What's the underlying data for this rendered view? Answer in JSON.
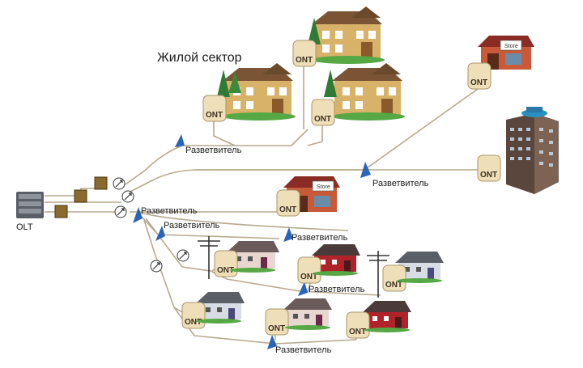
{
  "diagram": {
    "residential_label": "Жилой сектор",
    "olt_label": "OLT",
    "ont_label": "ONT",
    "store_label": "Store",
    "splitter_labels": [
      "Разветвитель",
      "Разветвитель",
      "Разветвитель",
      "Разветвитель",
      "Разветвитель",
      "Разветвитель",
      "Разветвитель"
    ]
  },
  "colors": {
    "fiber": "#b7a98e",
    "ont_box": "#efdfb8",
    "splitter_arrow": "#2a64b8",
    "house_wall": "#d9b26a",
    "house_roof": "#6a4a2a",
    "red_house": "#b0232a",
    "building": "#6a5246"
  },
  "icons": [
    "olt-rack-icon",
    "amplifier-box-icon",
    "coupler-icon",
    "splitter-arrow-icon",
    "ont-device-icon",
    "house-icon",
    "store-icon",
    "office-building-icon",
    "utility-pole-icon",
    "tree-icon"
  ]
}
